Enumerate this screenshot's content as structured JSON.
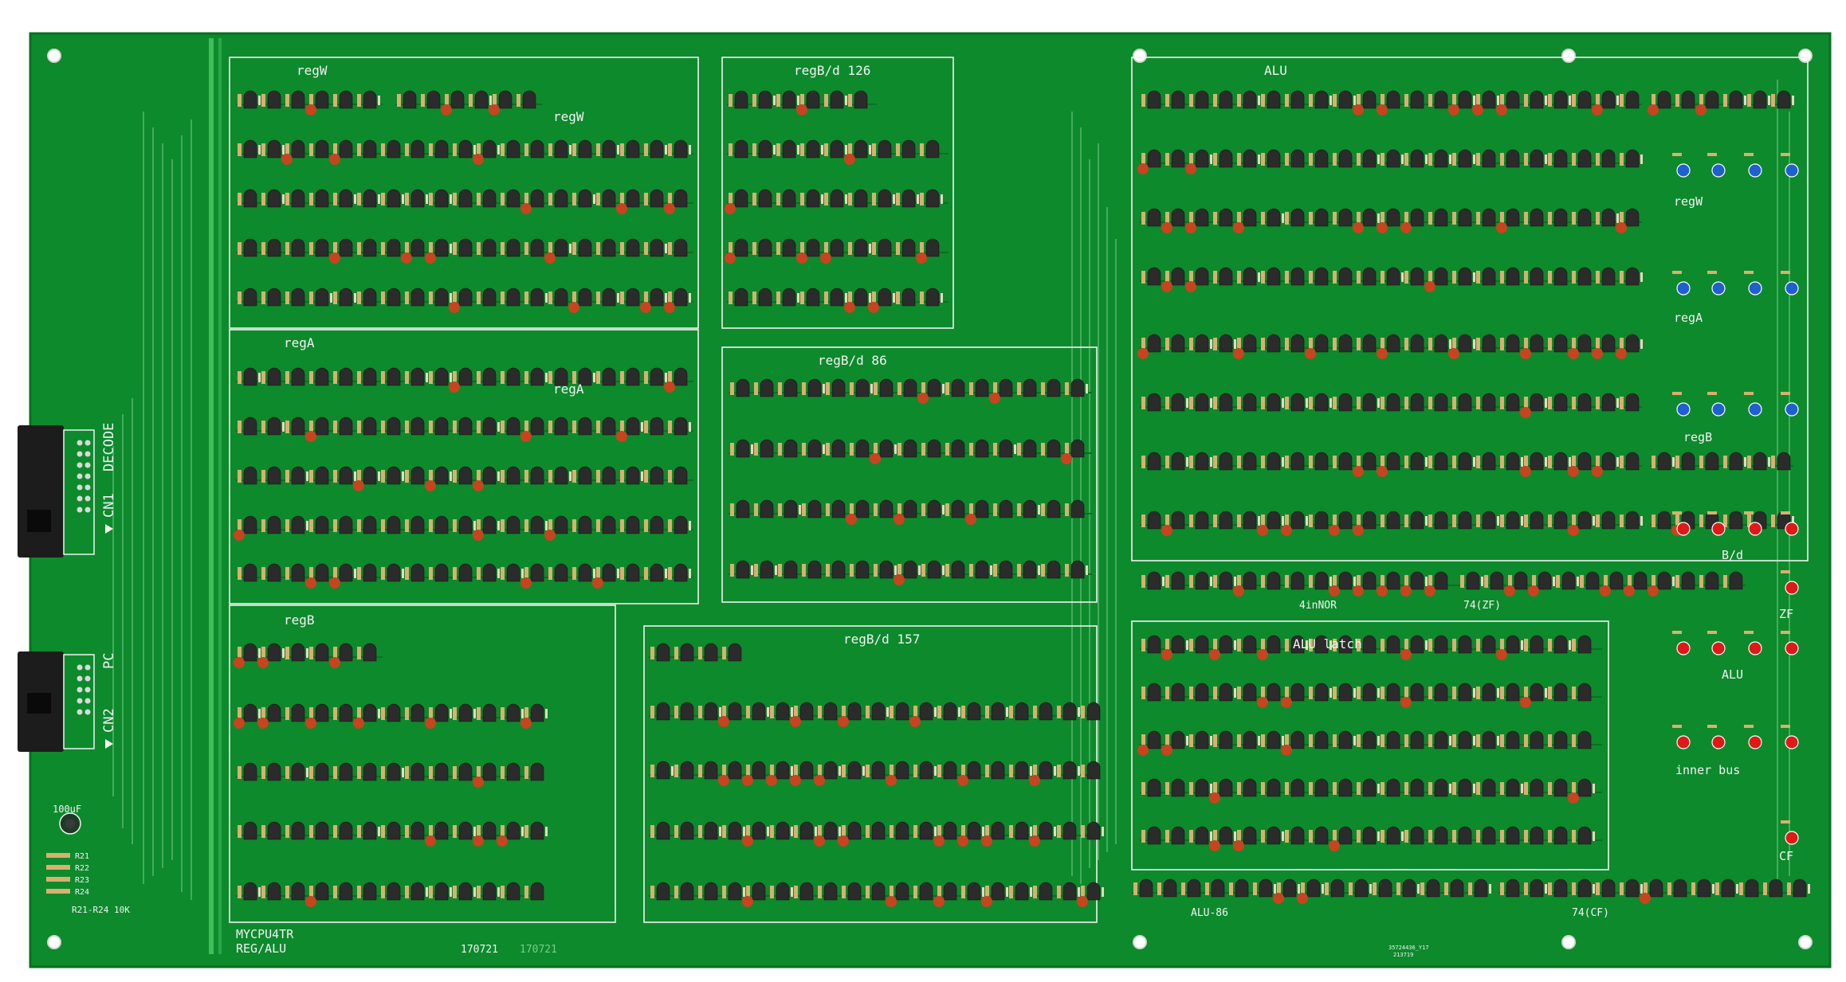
{
  "board": {
    "name": "MYCPU4TR",
    "subtitle": "REG/ALU",
    "date_1": "170721",
    "date_2": "170721",
    "part_no": "35724436_Y17",
    "part_no_2": "213719",
    "colors": {
      "pcb": "#0d8a2c",
      "pcb_dark": "#0a6f22",
      "silk": "#f2f2f2",
      "cap": "#c8431f",
      "transistor": "#2b2b2b",
      "led_red": "#e01818",
      "led_blue": "#1f5fd0",
      "connector": "#1c1c1c"
    }
  },
  "connectors": {
    "cn1": "CN1",
    "cn1_label": "DECODE",
    "cn2": "CN2",
    "cn2_label": "PC"
  },
  "sections": {
    "regw": "regW",
    "regw_2": "regW",
    "rega": "regA",
    "rega_2": "regA",
    "regb": "regB",
    "regbd126": "regB/d 126",
    "regbd86": "regB/d 86",
    "regbd157": "regB/d 157",
    "alu": "ALU",
    "alu_latch": "ALU latch",
    "inor": "4inNOR",
    "zf74": "74(ZF)",
    "alu86": "ALU-86",
    "cf74": "74(CF)"
  },
  "indicators": {
    "regw": "regW",
    "rega": "regA",
    "regb": "regB",
    "bd": "B/d",
    "zf": "ZF",
    "alu": "ALU",
    "inner_bus": "inner bus",
    "cf": "CF"
  },
  "power": {
    "cap_value": "100uF",
    "r21": "R21",
    "r22": "R22",
    "r23": "R23",
    "r24": "R24",
    "resistor_note": "R21-R24 10K"
  }
}
